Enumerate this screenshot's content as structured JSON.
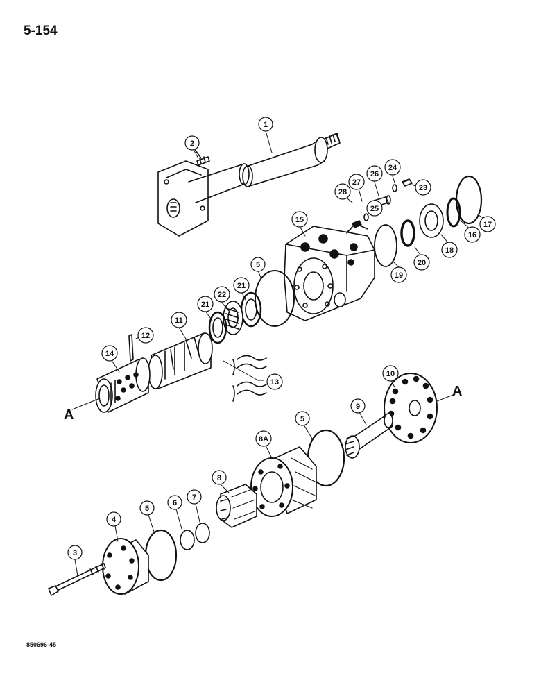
{
  "page": {
    "number": "5-154",
    "code": "850696-45"
  },
  "section_markers": [
    "A",
    "A"
  ],
  "callouts": [
    {
      "id": "c1",
      "label": "1"
    },
    {
      "id": "c2",
      "label": "2"
    },
    {
      "id": "c3",
      "label": "3"
    },
    {
      "id": "c4",
      "label": "4"
    },
    {
      "id": "c5a",
      "label": "5"
    },
    {
      "id": "c5b",
      "label": "5"
    },
    {
      "id": "c5c",
      "label": "5"
    },
    {
      "id": "c6",
      "label": "6"
    },
    {
      "id": "c7",
      "label": "7"
    },
    {
      "id": "c8",
      "label": "8"
    },
    {
      "id": "c8a",
      "label": "8A"
    },
    {
      "id": "c9",
      "label": "9"
    },
    {
      "id": "c10",
      "label": "10"
    },
    {
      "id": "c11",
      "label": "11"
    },
    {
      "id": "c12",
      "label": "12"
    },
    {
      "id": "c13",
      "label": "13"
    },
    {
      "id": "c14",
      "label": "14"
    },
    {
      "id": "c15",
      "label": "15"
    },
    {
      "id": "c16",
      "label": "16"
    },
    {
      "id": "c17",
      "label": "17"
    },
    {
      "id": "c18",
      "label": "18"
    },
    {
      "id": "c19",
      "label": "19"
    },
    {
      "id": "c20",
      "label": "20"
    },
    {
      "id": "c21a",
      "label": "21"
    },
    {
      "id": "c21b",
      "label": "21"
    },
    {
      "id": "c22",
      "label": "22"
    },
    {
      "id": "c23",
      "label": "23"
    },
    {
      "id": "c24",
      "label": "24"
    },
    {
      "id": "c25",
      "label": "25"
    },
    {
      "id": "c26",
      "label": "26"
    },
    {
      "id": "c27",
      "label": "27"
    },
    {
      "id": "c28",
      "label": "28"
    }
  ]
}
